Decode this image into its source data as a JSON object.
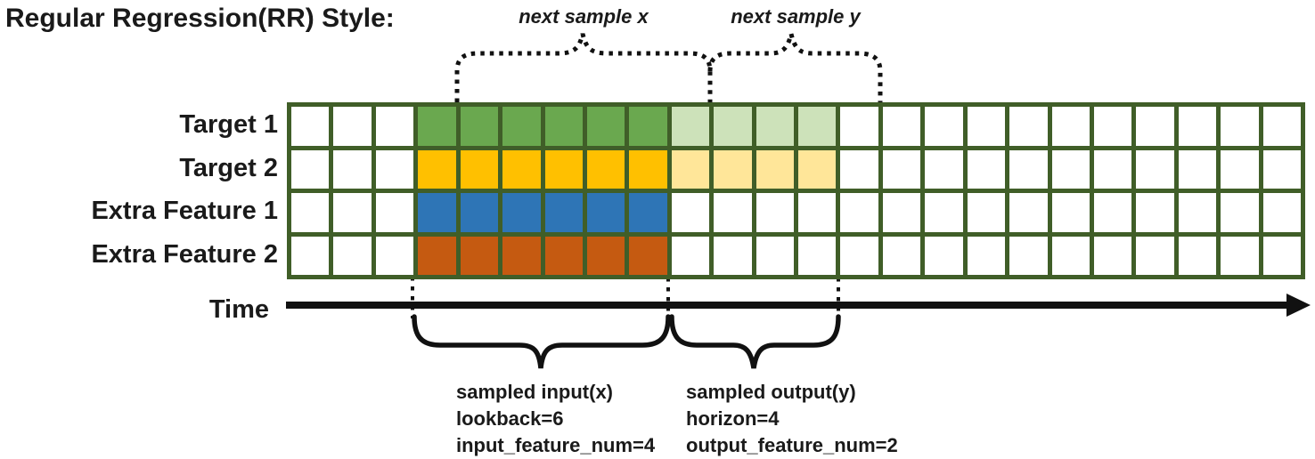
{
  "title": "Regular Regression(RR) Style:",
  "annotations": {
    "next_sample_x": "next sample x",
    "next_sample_y": "next sample y",
    "sampled_input_lines": [
      "sampled input(x)",
      "lookback=6",
      "input_feature_num=4"
    ],
    "sampled_output_lines": [
      "sampled output(y)",
      "horizon=4",
      "output_feature_num=2"
    ]
  },
  "time_axis": {
    "label": "Time"
  },
  "grid": {
    "columns_total": 24,
    "lead_blank_columns": 3,
    "lookback": 6,
    "horizon": 4,
    "border_color": "#405e28",
    "blank_cell_color": "#ffffff",
    "line_color": "#111111",
    "rows": [
      {
        "label": "Target 1",
        "input_color": "#6aa84f",
        "output_color": "#cde2ba",
        "has_output": true
      },
      {
        "label": "Target 2",
        "input_color": "#ffc000",
        "output_color": "#ffe699",
        "has_output": true
      },
      {
        "label": "Extra Feature 1",
        "input_color": "#2e75b6",
        "output_color": null,
        "has_output": false
      },
      {
        "label": "Extra Feature 2",
        "input_color": "#c55a11",
        "output_color": null,
        "has_output": false
      }
    ]
  }
}
